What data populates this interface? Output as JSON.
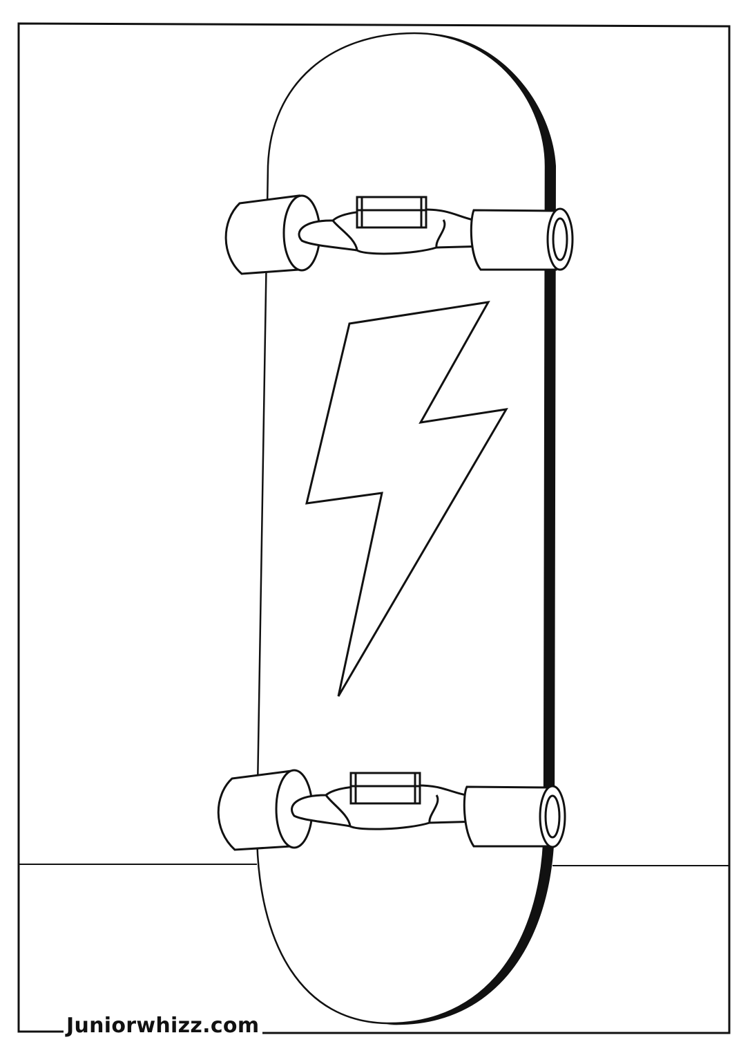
{
  "page": {
    "type": "coloring-page",
    "subject": "skateboard with lightning bolt"
  },
  "footer": {
    "brand_text": "Juniorwhizz.com"
  },
  "colors": {
    "line": "#111111",
    "background": "#ffffff"
  }
}
